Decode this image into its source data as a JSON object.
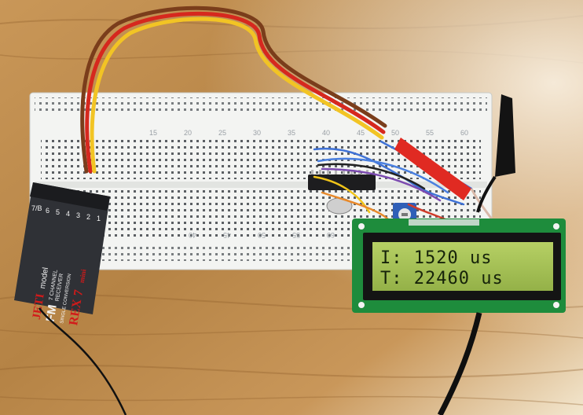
{
  "lcd": {
    "line1": "I:   1520 us",
    "line2": "T:  22460 us"
  },
  "receiver": {
    "brand": "JETI",
    "brand_suffix": "model",
    "band": "FM",
    "channels": "7 CHANNEL",
    "type": "RECEIVER",
    "conversion": "SINGLE CONVERSION",
    "model": "REX 7",
    "model_suffix": "mini",
    "pins": [
      "7/B",
      "6",
      "5",
      "4",
      "3",
      "2",
      "1"
    ]
  },
  "breadboard": {
    "top_numbers": [
      "15",
      "20",
      "25",
      "30",
      "35",
      "40",
      "45",
      "50",
      "55",
      "60"
    ],
    "bottom_numbers": [
      "65",
      "60",
      "55",
      "50",
      "45",
      "40"
    ]
  },
  "colors": {
    "wood": "#b98a4e",
    "breadboard": "#f1f2f0",
    "pcb": "#1c8a3a",
    "lcd": "#a8c45a"
  }
}
